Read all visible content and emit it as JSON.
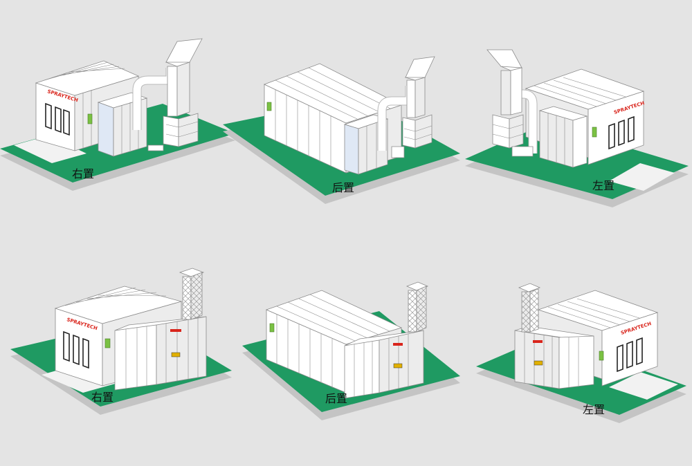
{
  "page": {
    "background": "#e4e4e4"
  },
  "palette": {
    "ground": "#1f9a62",
    "ground_edge": "#c4c4c4",
    "pad": "#f2f2f2",
    "wall": "#ffffff",
    "wall_shade": "#ececec",
    "line": "#8a8a8a",
    "brand_red": "#d9251c",
    "indicator_green": "#7ac143",
    "door_dark": "#222222",
    "glass": "#dfe8f5"
  },
  "brand_text": "SPRAYTECH",
  "booths": [
    {
      "caption": "右置",
      "variant": "side-duct",
      "placement": "right"
    },
    {
      "caption": "后置",
      "variant": "side-duct",
      "placement": "rear"
    },
    {
      "caption": "左置",
      "variant": "side-duct",
      "placement": "left"
    },
    {
      "caption": "右置",
      "variant": "cabinet",
      "placement": "right"
    },
    {
      "caption": "后置",
      "variant": "cabinet",
      "placement": "rear"
    },
    {
      "caption": "左置",
      "variant": "cabinet",
      "placement": "left"
    }
  ]
}
